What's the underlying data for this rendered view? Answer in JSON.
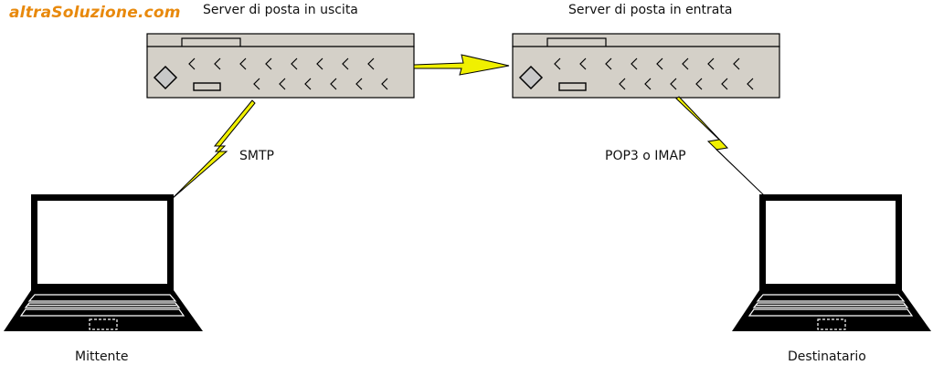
{
  "brand": {
    "text": "altraSoluzione.com",
    "color": "#e8890c"
  },
  "servers": {
    "outgoing": {
      "label": "Server di posta in uscita"
    },
    "incoming": {
      "label": "Server di posta in entrata"
    }
  },
  "protocols": {
    "send": "SMTP",
    "receive": "POP3 o IMAP"
  },
  "clients": {
    "sender": "Mittente",
    "recipient": "Destinatario"
  },
  "colors": {
    "server_body": "#d4d0c8",
    "bolt": "#f0f000",
    "diamond": "#c8c8c8",
    "outline": "#000000"
  },
  "icons": [
    "server-icon",
    "laptop-icon",
    "lightning-bolt-icon"
  ]
}
